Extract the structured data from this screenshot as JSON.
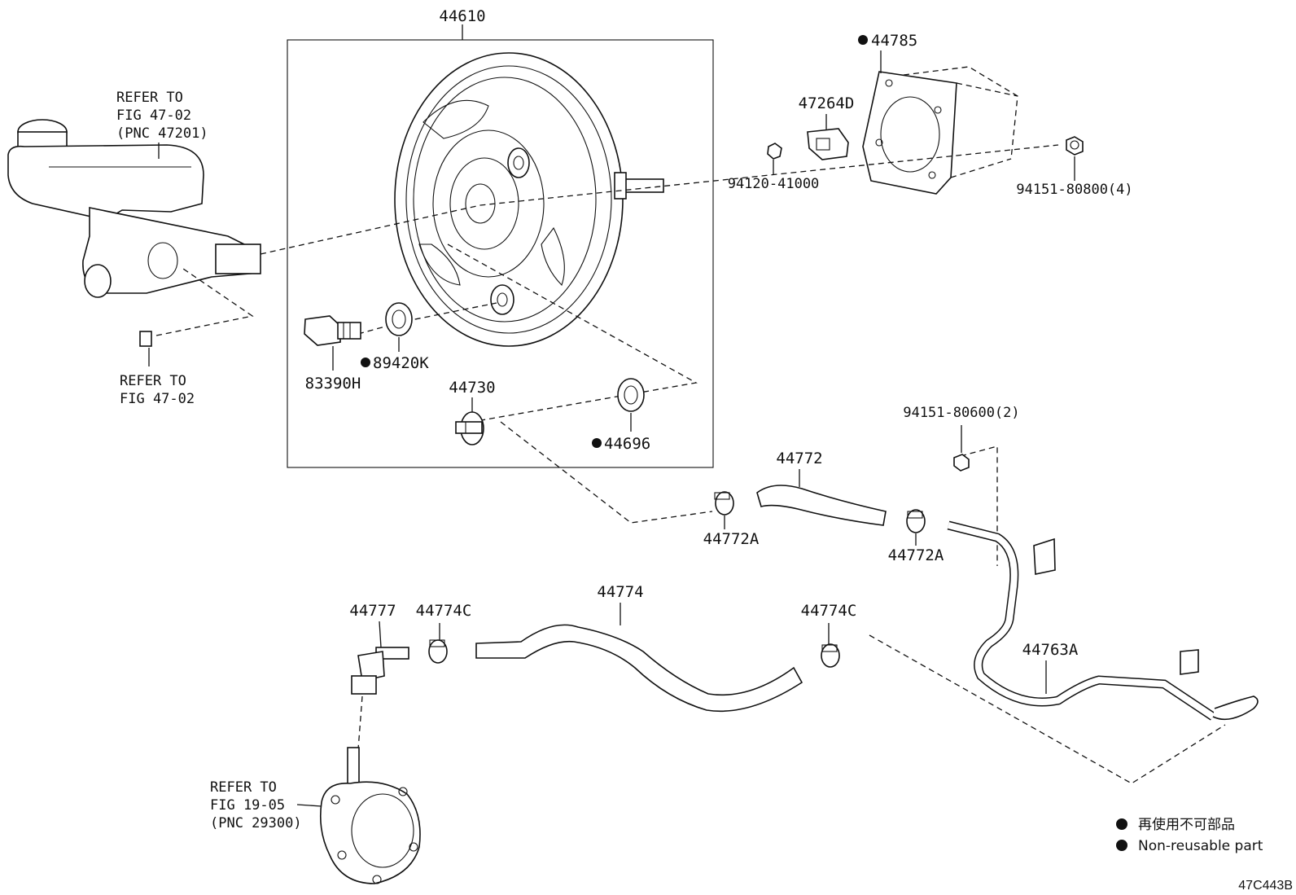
{
  "labels": {
    "booster": "44610",
    "gasket": "44785",
    "bracket": "47264D",
    "nut_small": "94120-41000",
    "nut_booster": "94151-80800(4)",
    "sensor": "83390H",
    "grommet_sensor": "89420K",
    "check_valve": "44730",
    "grommet_valve": "44696",
    "nut_pipe": "94151-80600(2)",
    "hose_upper": "44772",
    "clamp_upper_left": "44772A",
    "clamp_upper_right": "44772A",
    "hose_lower": "44774",
    "clamp_lower_left": "44774C",
    "clamp_lower_right": "44774C",
    "union": "44777",
    "pipe": "44763A"
  },
  "refs": {
    "master_cyl": [
      "REFER TO",
      "FIG 47-02",
      "(PNC 47201)"
    ],
    "master_nut": [
      "REFER TO",
      "FIG 47-02"
    ],
    "vac_pump": [
      "REFER TO",
      "FIG 19-05",
      "(PNC 29300)"
    ]
  },
  "legend": {
    "line_jp": "再使用不可部品",
    "line_en": "Non-reusable part"
  },
  "diagram_code": "47C443B"
}
